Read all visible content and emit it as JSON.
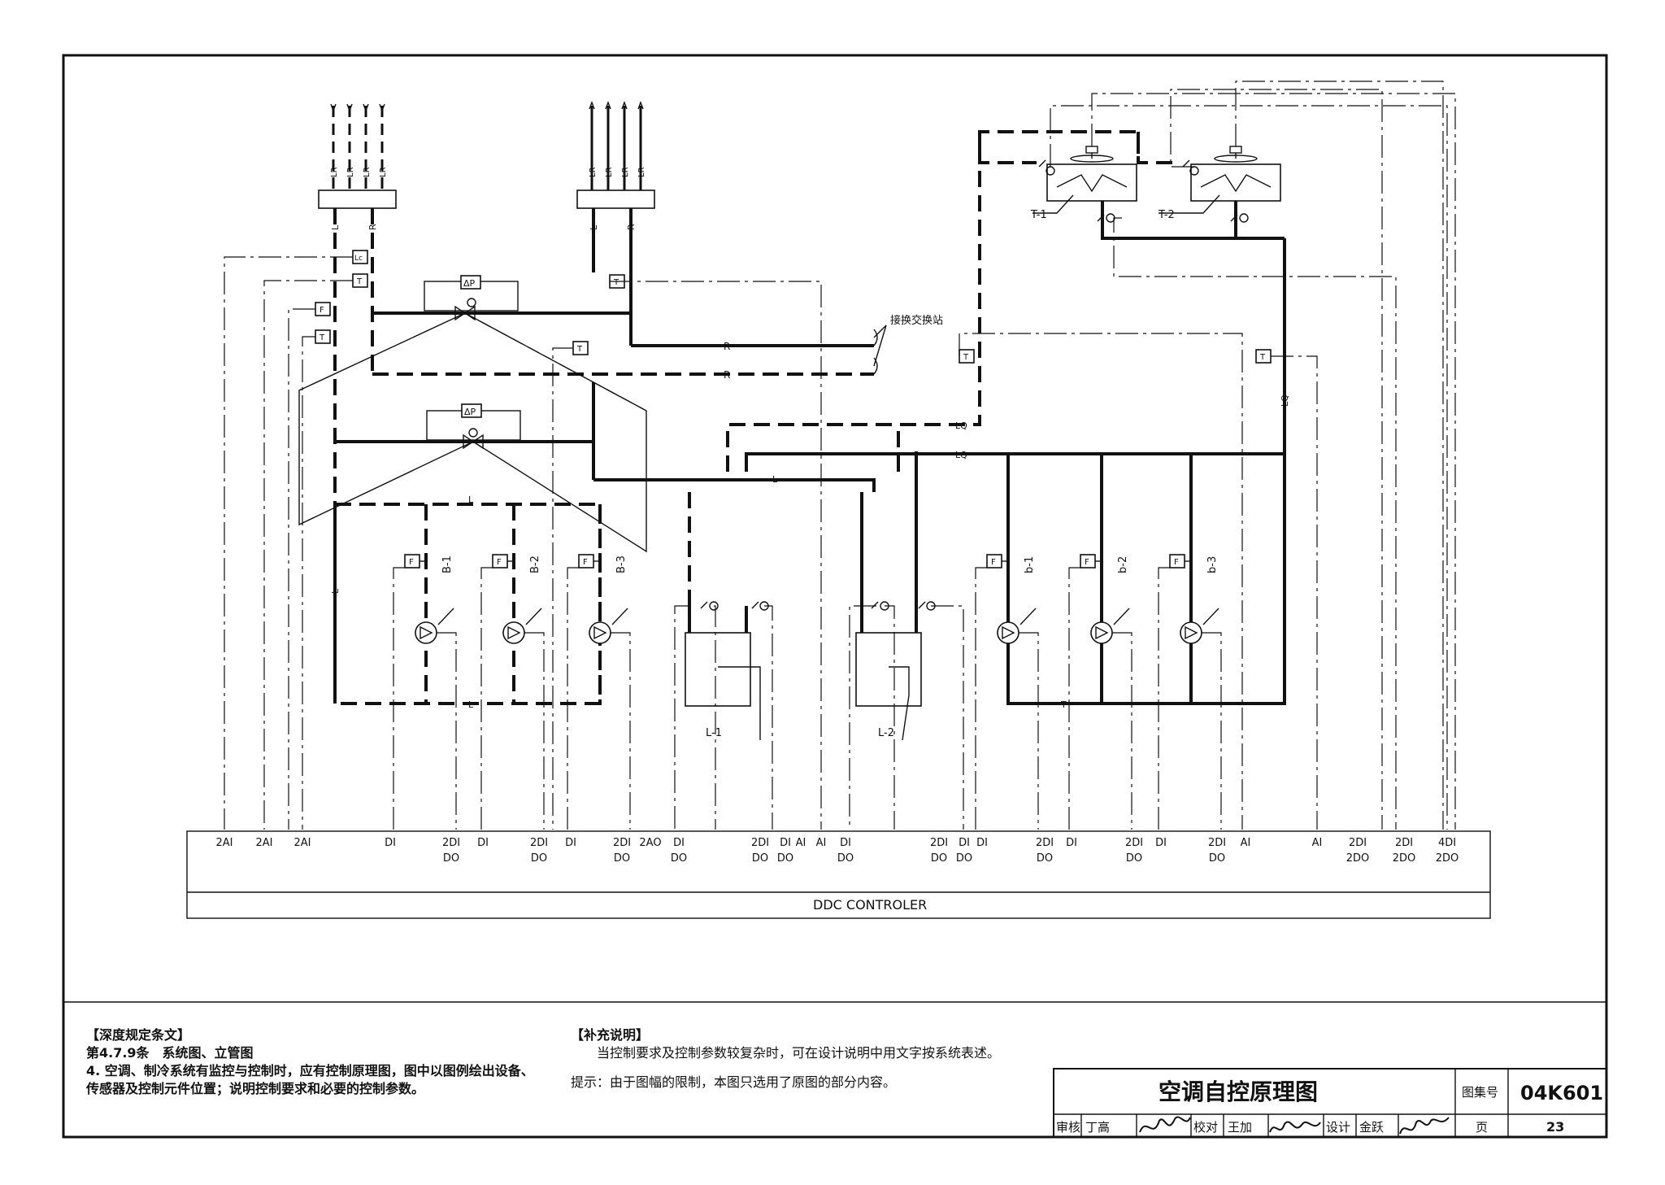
{
  "risers": {
    "supply_labels": [
      "LR",
      "LR",
      "LR",
      "LR"
    ],
    "return_labels": [
      "LR",
      "LR",
      "LR",
      "LR"
    ],
    "main_labels": [
      "L",
      "R"
    ]
  },
  "pipe_labels": {
    "R": "R",
    "L": "L",
    "LQ": "LQ",
    "heat_exchange_station": "接换交换站"
  },
  "instruments": {
    "temperature": "T",
    "flow": "F",
    "diff_pressure": "ΔP",
    "level": "Lc"
  },
  "equipment": {
    "cooling_towers": [
      "T-1",
      "T-2"
    ],
    "primary_pumps": [
      "B-1",
      "B-2",
      "B-3"
    ],
    "chillers": [
      "L-1",
      "L-2"
    ],
    "cooling_pumps": [
      "b-1",
      "b-2",
      "b-3"
    ]
  },
  "ddc": {
    "name": "DDC CONTROLER",
    "points": [
      [
        "2AI"
      ],
      [
        "2AI"
      ],
      [
        "2AI"
      ],
      [
        "DI"
      ],
      [
        "2DI",
        "DO"
      ],
      [
        "DI"
      ],
      [
        "2DI",
        "DO"
      ],
      [
        "DI"
      ],
      [
        "2DI",
        "DO"
      ],
      [
        "2AO"
      ],
      [
        "DI",
        "DO"
      ],
      [
        "2DI",
        "DO"
      ],
      [
        "DI",
        "DO"
      ],
      [
        "AI"
      ],
      [
        "AI"
      ],
      [
        "DI",
        "DO"
      ],
      [
        "2DI",
        "DO"
      ],
      [
        "DI",
        "DO"
      ],
      [
        "DI"
      ],
      [
        "2DI",
        "DO"
      ],
      [
        "DI"
      ],
      [
        "2DI",
        "DO"
      ],
      [
        "DI"
      ],
      [
        "2DI",
        "DO"
      ],
      [
        "AI"
      ],
      [
        "AI"
      ],
      [
        "2DI",
        "2DO"
      ],
      [
        "2DI",
        "2DO"
      ],
      [
        "4DI",
        "2DO"
      ]
    ]
  },
  "notes": {
    "depth_title": "【深度规定条文】",
    "clause": "第4.7.9条　系统图、立管图",
    "clause_body": "4. 空调、制冷系统有监控与控制时，应有控制原理图，图中以图例绘出设备、传感器及控制元件位置；说明控制要求和必要的控制参数。",
    "supplement_title": "【补充说明】",
    "supplement_body": "当控制要求及控制参数较复杂时，可在设计说明中用文字按系统表述。",
    "tip": "提示：由于图幅的限制，本图只选用了原图的部分内容。"
  },
  "title_block": {
    "drawing_title": "空调自控原理图",
    "atlas_label": "图集号",
    "atlas_no": "04K601",
    "review_label": "审核",
    "reviewer": "丁高",
    "check_label": "校对",
    "checker": "王加",
    "design_label": "设计",
    "designer": "金跃",
    "page_label": "页",
    "page_no": "23"
  }
}
